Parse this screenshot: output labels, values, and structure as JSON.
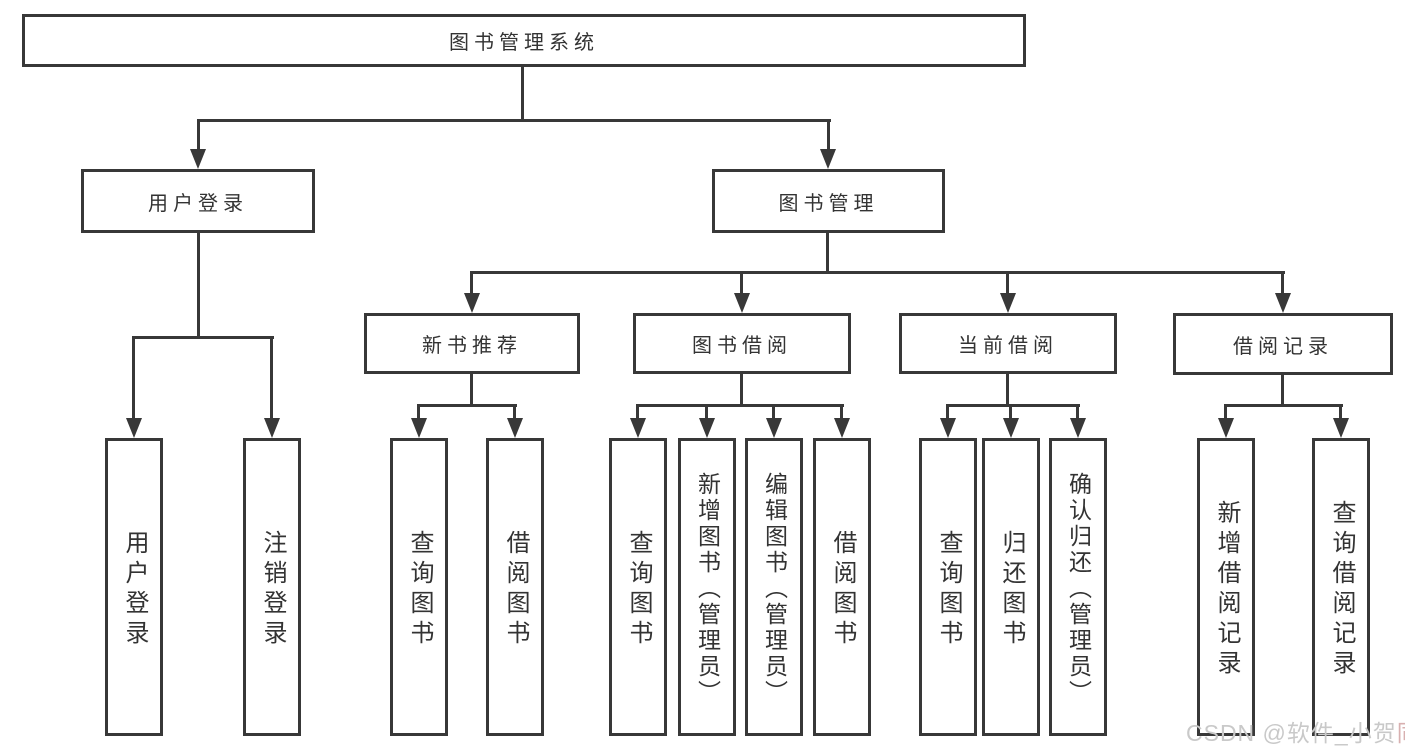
{
  "diagram": {
    "root": {
      "label": "图书管理系统"
    },
    "branches": [
      {
        "label": "用户登录",
        "children": [
          {
            "label": "用户登录"
          },
          {
            "label": "注销登录"
          }
        ]
      },
      {
        "label": "图书管理",
        "children": [
          {
            "label": "新书推荐",
            "children": [
              {
                "label": "查询图书"
              },
              {
                "label": "借阅图书"
              }
            ]
          },
          {
            "label": "图书借阅",
            "children": [
              {
                "label": "查询图书"
              },
              {
                "label": "新增图书（管理员）"
              },
              {
                "label": "编辑图书（管理员）"
              },
              {
                "label": "借阅图书"
              }
            ]
          },
          {
            "label": "当前借阅",
            "children": [
              {
                "label": "查询图书"
              },
              {
                "label": "归还图书"
              },
              {
                "label": "确认归还（管理员）"
              }
            ]
          },
          {
            "label": "借阅记录",
            "children": [
              {
                "label": "新增借阅记录"
              },
              {
                "label": "查询借阅记录"
              }
            ]
          }
        ]
      }
    ]
  },
  "watermark": {
    "text": "CSDN @软件_小贺同学",
    "prefix": "CSDN @软件_小贺",
    "suffix": "同学"
  },
  "colors": {
    "line": "#383838",
    "box_border": "#383838",
    "text": "#333333",
    "background": "#ffffff",
    "watermark": "#c9c9c9",
    "watermark_accent": "#d8b0b0"
  }
}
